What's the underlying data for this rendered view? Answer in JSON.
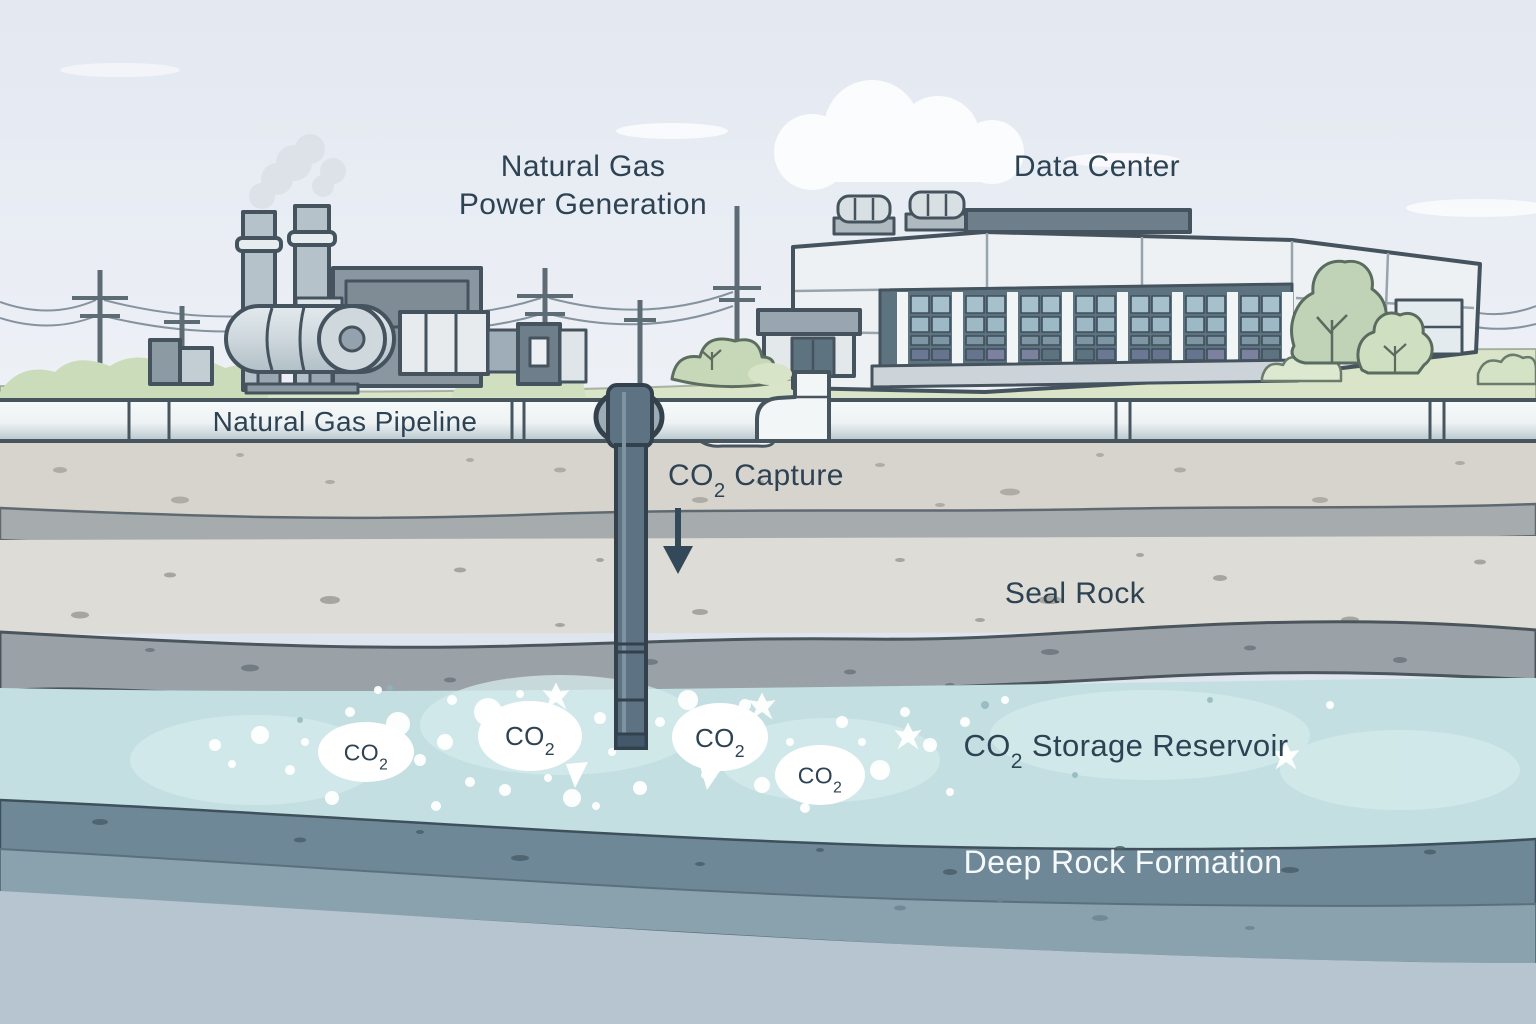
{
  "labels": {
    "power_plant": {
      "line1": "Natural Gas",
      "line2": "Power Generation"
    },
    "data_center": "Data Center",
    "pipeline": "Natural Gas Pipeline",
    "co2_capture": {
      "main": "CO",
      "sub": "2",
      "suffix": " Capture"
    },
    "seal_rock": "Seal Rock",
    "reservoir": {
      "main": "CO",
      "sub": "2",
      "suffix": " Storage Reservoir"
    },
    "deep_rock": "Deep Rock Formation"
  },
  "bubbles": [
    {
      "main": "CO",
      "sub": "2"
    },
    {
      "main": "CO",
      "sub": "2"
    },
    {
      "main": "CO",
      "sub": "2"
    },
    {
      "main": "CO",
      "sub": "2"
    }
  ],
  "colors": {
    "label_text": "#2d4353",
    "deep_rock_text": "#f6f9fb",
    "sky": "#e5eaf2",
    "grass": "#d9e4c9",
    "soil": "#d7d4ce",
    "seal_rock_layer": "#dedcd7",
    "cap_band": "#9aa2a8",
    "reservoir_layer": "#c3dfe2",
    "deep_rock_band": "#6f8897",
    "pipe_dark": "#5d7282",
    "pipeline_white": "#f3f6f7"
  }
}
